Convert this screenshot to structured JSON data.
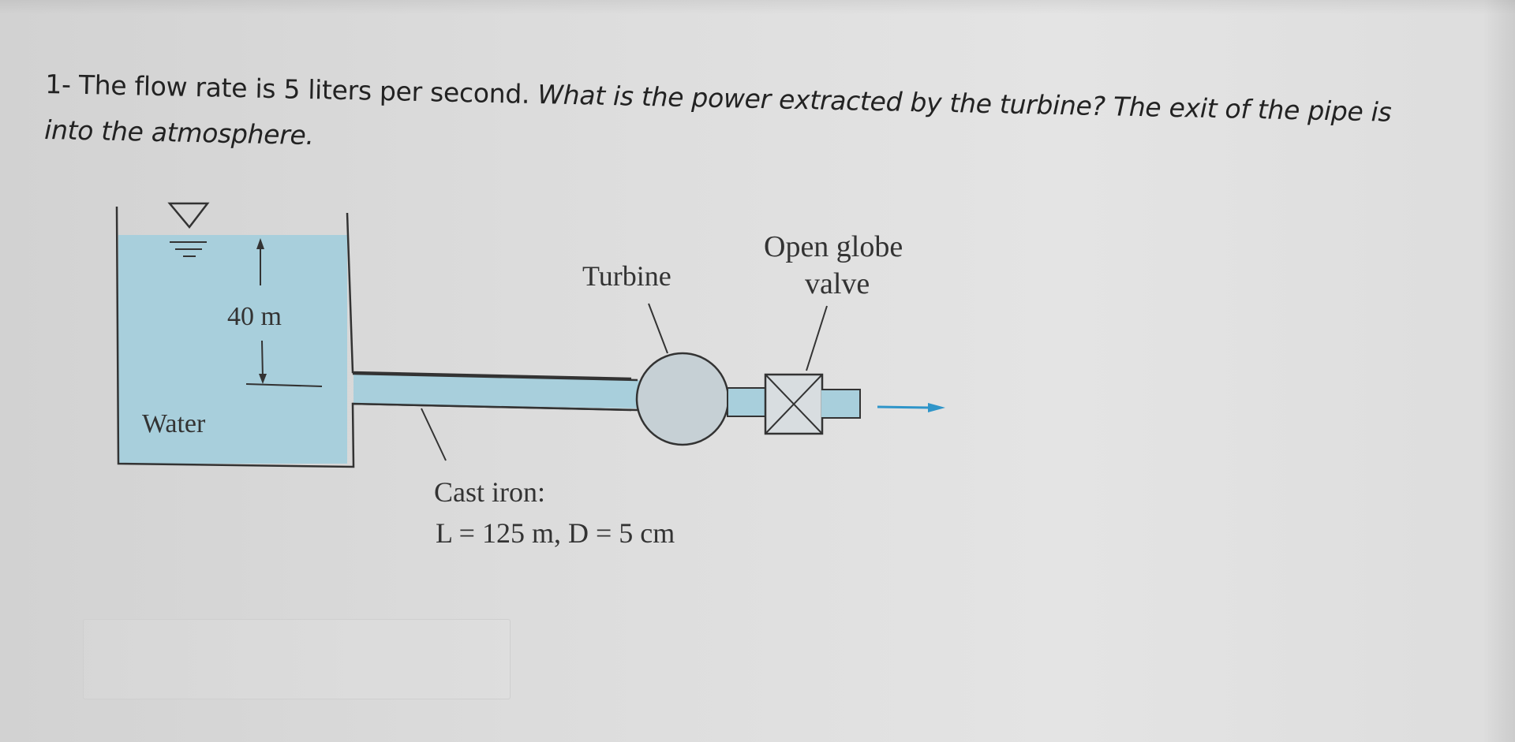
{
  "question": {
    "prefix": "1- ",
    "text_plain": "The flow rate is 5 liters per second.",
    "text_italic": "What is the power extracted by the turbine? The exit of the pipe is",
    "line2": "into the atmosphere."
  },
  "figure": {
    "height_label": "40 m",
    "fluid_label": "Water",
    "turbine_label": "Turbine",
    "valve_label_line1": "Open globe",
    "valve_label_line2": "valve",
    "pipe_material": "Cast iron:",
    "pipe_dimensions": "L = 125 m, D = 5 cm",
    "water_color": "#a8cfdc",
    "outlet_arrow_color": "#2f95c9"
  },
  "answer": {
    "value": ""
  }
}
